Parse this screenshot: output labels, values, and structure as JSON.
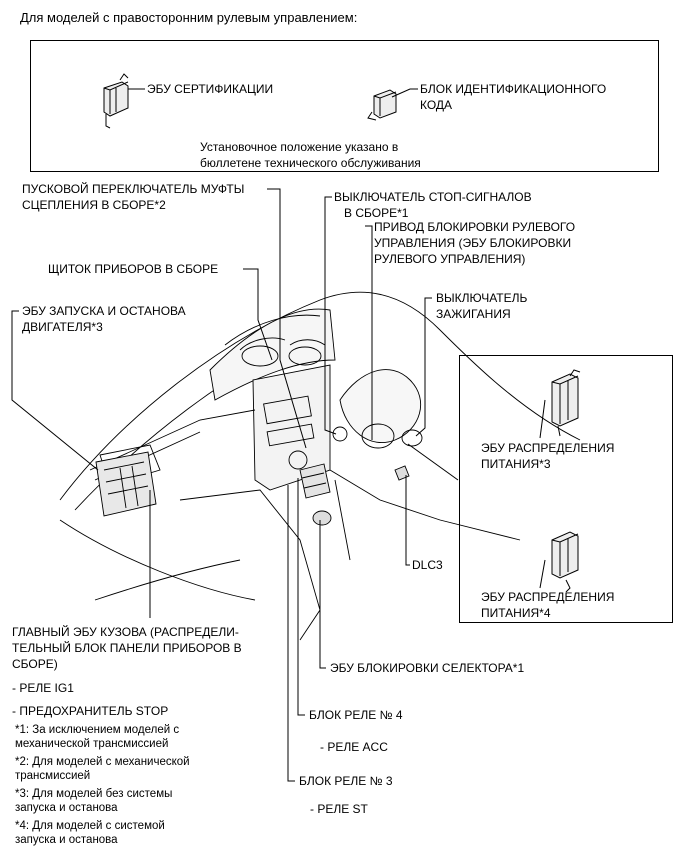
{
  "title": "Для моделей с правосторонним рулевым управлением:",
  "top_box": {
    "cert_ecu": "ЭБУ СЕРТИФИКАЦИИ",
    "id_code_box": [
      "БЛОК ИДЕНТИФИКАЦИОННОГО",
      "КОДА"
    ],
    "note": [
      "Установочное положение указано в",
      "бюллетене технического обслуживания"
    ]
  },
  "labels": {
    "clutch_switch": [
      "ПУСКОВОЙ ПЕРЕКЛЮЧАТЕЛЬ МУФТЫ",
      "СЦЕПЛЕНИЯ В СБОРЕ*2"
    ],
    "stop_light_switch": [
      "ВЫКЛЮЧАТЕЛЬ СТОП-СИГНАЛОВ",
      "В СБОРЕ*1"
    ],
    "steering_lock": [
      "ПРИВОД БЛОКИРОВКИ РУЛЕВОГО",
      "УПРАВЛЕНИЯ (ЭБУ БЛОКИРОВКИ",
      "РУЛЕВОГО УПРАВЛЕНИЯ)"
    ],
    "combination_meter": "ЩИТОК ПРИБОРОВ В СБОРЕ",
    "ignition_switch": [
      "ВЫКЛЮЧАТЕЛЬ",
      "ЗАЖИГАНИЯ"
    ],
    "engine_start_ecu": [
      "ЭБУ ЗАПУСКА И ОСТАНОВА",
      "ДВИГАТЕЛЯ*3"
    ],
    "power_dist_ecu_3": [
      "ЭБУ РАСПРЕДЕЛЕНИЯ",
      "ПИТАНИЯ*3"
    ],
    "power_dist_ecu_4": [
      "ЭБУ РАСПРЕДЕЛЕНИЯ",
      "ПИТАНИЯ*4"
    ],
    "dlc3": "DLC3",
    "main_body_ecu": [
      "ГЛАВНЫЙ ЭБУ КУЗОВА (РАСПРЕДЕЛИ-",
      "ТЕЛЬНЫЙ БЛОК ПАНЕЛИ ПРИБОРОВ В",
      "СБОРЕ)"
    ],
    "relay_ig1": "- РЕЛЕ IG1",
    "fuse_stop": "- ПРЕДОХРАНИТЕЛЬ STOP",
    "shift_lock_ecu": "ЭБУ БЛОКИРОВКИ СЕЛЕКТОРА*1",
    "relay_block_4": "БЛОК РЕЛЕ № 4",
    "relay_acc": "- РЕЛЕ ACC",
    "relay_block_3": "БЛОК РЕЛЕ № 3",
    "relay_st": "- РЕЛЕ ST"
  },
  "footnotes": [
    [
      "*1: За исключением моделей с",
      "механической трансмиссией"
    ],
    [
      "*2: Для моделей с механической",
      "трансмиссией"
    ],
    [
      "*3: Для моделей без системы",
      "запуска и останова"
    ],
    [
      "*4: Для моделей с системой",
      "запуска и останова"
    ]
  ]
}
